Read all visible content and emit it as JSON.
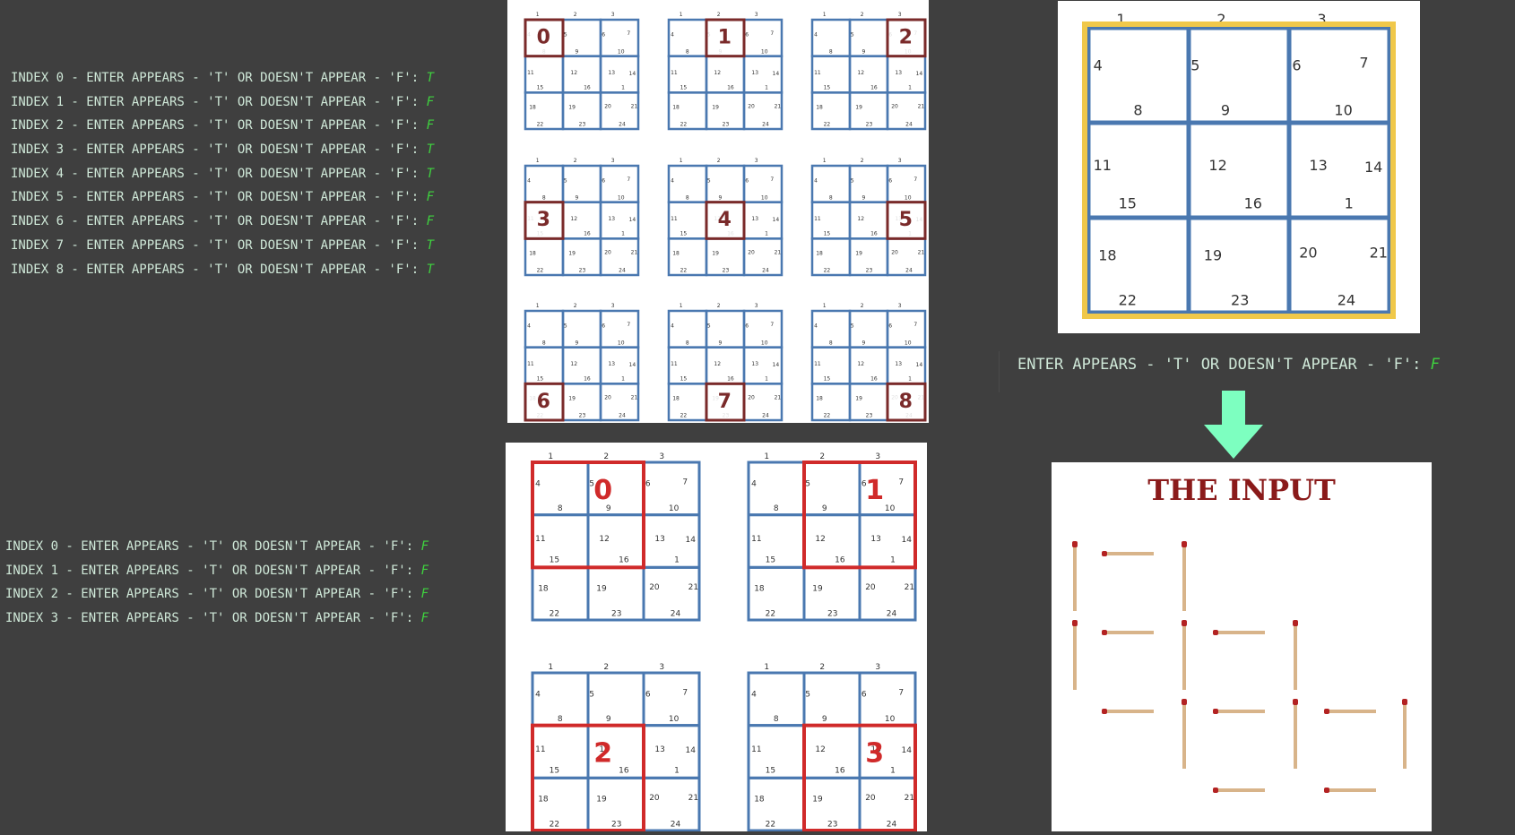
{
  "top_log": [
    {
      "prefix": "INDEX 0 - ENTER APPEARS - 'T' OR DOESN'T APPEAR - 'F': ",
      "answer": "T"
    },
    {
      "prefix": "INDEX 1 - ENTER APPEARS - 'T' OR DOESN'T APPEAR - 'F': ",
      "answer": "F"
    },
    {
      "prefix": "INDEX 2 - ENTER APPEARS - 'T' OR DOESN'T APPEAR - 'F': ",
      "answer": "F"
    },
    {
      "prefix": "INDEX 3 - ENTER APPEARS - 'T' OR DOESN'T APPEAR - 'F': ",
      "answer": "T"
    },
    {
      "prefix": "INDEX 4 - ENTER APPEARS - 'T' OR DOESN'T APPEAR - 'F': ",
      "answer": "T"
    },
    {
      "prefix": "INDEX 5 - ENTER APPEARS - 'T' OR DOESN'T APPEAR - 'F': ",
      "answer": "F"
    },
    {
      "prefix": "INDEX 6 - ENTER APPEARS - 'T' OR DOESN'T APPEAR - 'F': ",
      "answer": "F"
    },
    {
      "prefix": "INDEX 7 - ENTER APPEARS - 'T' OR DOESN'T APPEAR - 'F': ",
      "answer": "T"
    },
    {
      "prefix": "INDEX 8 - ENTER APPEARS - 'T' OR DOESN'T APPEAR - 'F': ",
      "answer": "T"
    }
  ],
  "bottom_log": [
    {
      "prefix": "INDEX 0 - ENTER APPEARS - 'T' OR DOESN'T APPEAR - 'F': ",
      "answer": "F"
    },
    {
      "prefix": "INDEX 1 - ENTER APPEARS - 'T' OR DOESN'T APPEAR - 'F': ",
      "answer": "F"
    },
    {
      "prefix": "INDEX 2 - ENTER APPEARS - 'T' OR DOESN'T APPEAR - 'F': ",
      "answer": "F"
    },
    {
      "prefix": "INDEX 3 - ENTER APPEARS - 'T' OR DOESN'T APPEAR - 'F': ",
      "answer": "F"
    }
  ],
  "prompt": {
    "prefix": "ENTER APPEARS - 'T' OR DOESN'T APPEAR - 'F': ",
    "answer": "F"
  },
  "grid": {
    "column_labels": [
      "1",
      "2",
      "3"
    ],
    "cell_labels": [
      [
        "4",
        "5",
        "8",
        "9"
      ],
      [
        "6",
        "7",
        "10"
      ],
      [
        "11",
        "15",
        "12",
        "16"
      ],
      [
        "13",
        "14",
        "1"
      ],
      [
        "18",
        "22",
        "19",
        "23"
      ],
      [
        "20",
        "21",
        "24"
      ]
    ],
    "all_numbers": [
      "4",
      "5",
      "6",
      "7",
      "8",
      "9",
      "10",
      "11",
      "12",
      "13",
      "14",
      "15",
      "16",
      "1",
      "18",
      "19",
      "20",
      "21",
      "22",
      "23",
      "24"
    ]
  },
  "small_grids_indices": [
    "0",
    "1",
    "2",
    "3",
    "4",
    "5",
    "6",
    "7",
    "8"
  ],
  "medium_grids_indices": [
    "0",
    "1",
    "2",
    "3"
  ],
  "input_panel": {
    "title": "THE INPUT"
  },
  "colors": {
    "background": "#3f3f3f",
    "log_text": "#cfe8d8",
    "answer": "#3fd23f",
    "grid_blue": "#4a78b0",
    "highlight_small": "#7a2a2a",
    "highlight_medium": "#d02a2a",
    "frame_yellow": "#f0c84a",
    "arrow": "#7dffc0",
    "title_red": "#8a1a1a"
  }
}
